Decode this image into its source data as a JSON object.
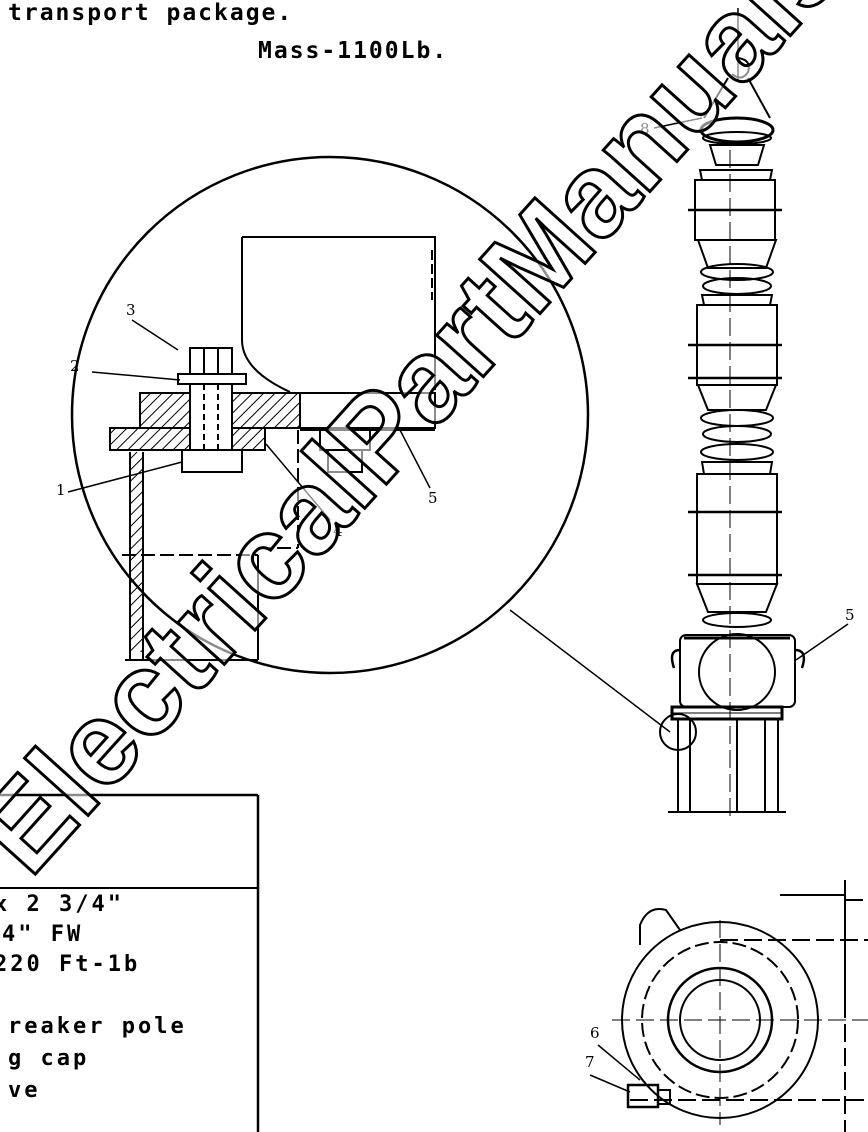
{
  "header": {
    "line1": "transport package.",
    "line2": "Mass-1100Lb."
  },
  "callouts": {
    "c1": "1",
    "c2": "2",
    "c3": "3",
    "c4": "4",
    "c5_detail": "5",
    "c5_pole": "5",
    "c6": "6",
    "c7": "7",
    "c8": "8"
  },
  "parts_table": {
    "lines": [
      " x 2 3/4\"",
      "4\" FW",
      " 220 Ft-1b",
      "",
      "reaker pole",
      "g cap",
      "ve"
    ]
  },
  "watermark": {
    "text": "ElectricalPartManuals"
  }
}
